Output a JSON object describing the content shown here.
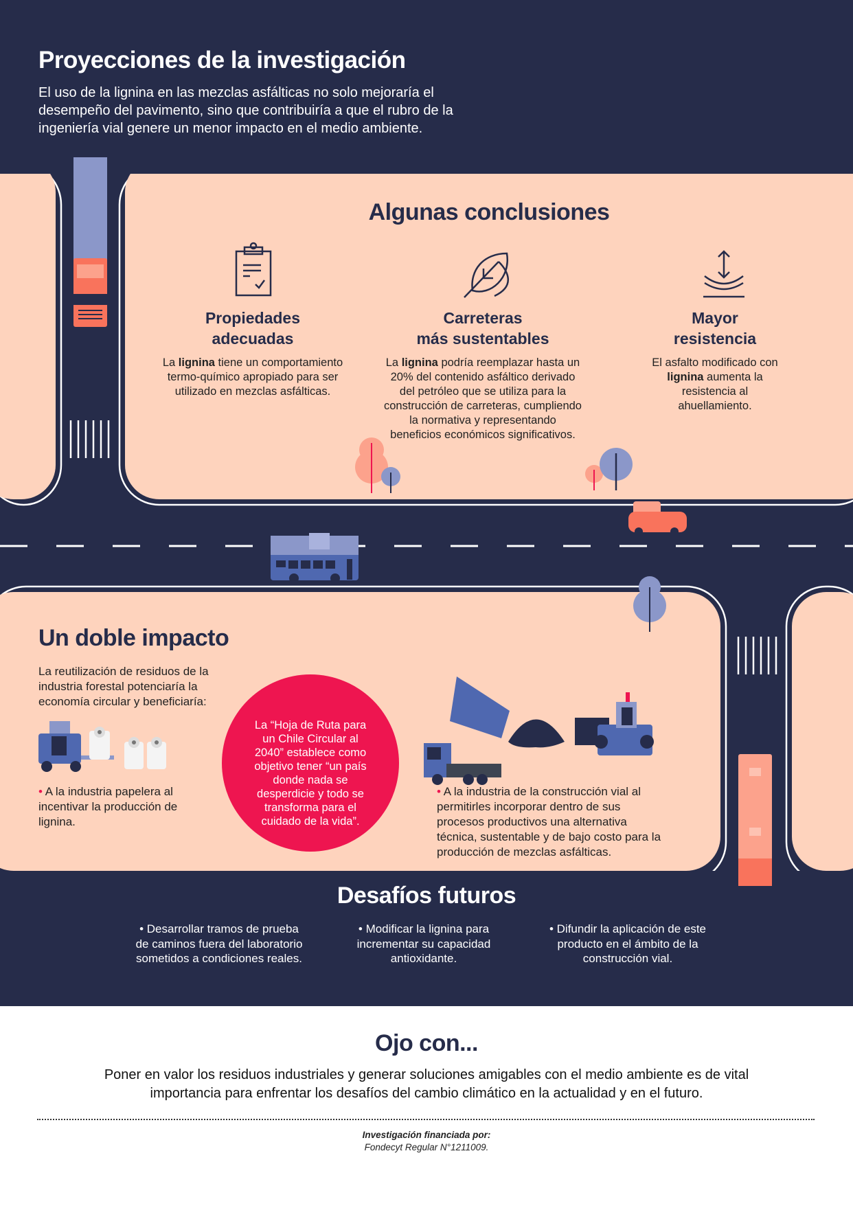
{
  "header": {
    "title": "Proyecciones de la investigación",
    "lead": "El uso de la lignina en las mezclas asfálticas no solo mejoraría el desempeño del pavimento, sino que contribuiría a que el rubro de la ingeniería vial genere un menor impacto en el medio ambiente."
  },
  "conclusions": {
    "title": "Algunas conclusiones",
    "items": [
      {
        "icon": "clipboard-check-icon",
        "title1": "Propiedades",
        "title2": "adecuadas",
        "pre": "La ",
        "bold": "lignina",
        "post": " tiene un comportamiento termo-químico apropiado para ser utilizado en mezclas asfálticas."
      },
      {
        "icon": "leaf-icon",
        "title1": "Carreteras",
        "title2": "más sustentables",
        "pre": "La ",
        "bold": "lignina",
        "post": " podría reemplazar hasta un 20% del contenido asfáltico derivado del petróleo que se utiliza para la construcción de carreteras, cumpliendo la normativa y representando beneficios económicos significativos."
      },
      {
        "icon": "resistance-arrow-icon",
        "title1": "Mayor",
        "title2": "resistencia",
        "pre": "El asfalto modificado con ",
        "bold": "lignina",
        "post": " aumenta la resistencia al ahuellamiento."
      }
    ]
  },
  "impact": {
    "title": "Un doble impacto",
    "intro": "La reutilización de residuos de la industria forestal potenciaría la economía circular y beneficiaría:",
    "bullet": "•",
    "paper": "A la industria papelera al incentivar la producción de lignina.",
    "quote": "La “Hoja de Ruta para un Chile Circular al 2040” establece como objetivo tener “un país donde nada se desperdicie y todo se transforma para el cuidado de la vida”.",
    "road": "A la industria de la construcción vial al permitirles incorporar dentro de sus procesos productivos una alternativa técnica, sustentable y de bajo costo para la producción de mezclas asfálticas."
  },
  "future": {
    "title": "Desafíos futuros",
    "items": [
      "• Desarrollar tramos de prueba de caminos fuera del laboratorio sometidos a condiciones reales.",
      "• Modificar la lignina para incrementar su capacidad antioxidante.",
      "• Difundir la aplicación de este producto en el ámbito de la construcción vial."
    ]
  },
  "ojo": {
    "title": "Ojo con...",
    "text": "Poner en valor los residuos industriales y generar soluciones amigables con el medio ambiente es de vital importancia para enfrentar los desafíos del cambio climático en la actualidad y en el futuro."
  },
  "footer": {
    "label": "Investigación financiada por:",
    "grant": "Fondecyt Regular N°1211009."
  },
  "colors": {
    "navy": "#262c4a",
    "peach": "#fed3bd",
    "accent": "#ee1550",
    "periwinkle": "#8b97c9",
    "coral": "#f9735c",
    "blue": "#4f68b0"
  }
}
